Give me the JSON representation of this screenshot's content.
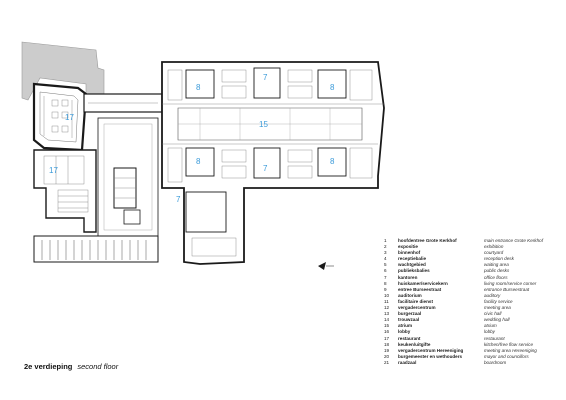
{
  "floor": {
    "title_nl": "2e verdieping",
    "title_en": "second floor"
  },
  "room_labels": [
    "8",
    "7",
    "8",
    "15",
    "17",
    "17",
    "8",
    "7",
    "8",
    "7"
  ],
  "legend": [
    {
      "num": "1",
      "nl": "hoofdentree Grote Kerkhof",
      "en": "main entrance Grote Kerkhof"
    },
    {
      "num": "2",
      "nl": "expositie",
      "en": "exhibition"
    },
    {
      "num": "3",
      "nl": "binnenhof",
      "en": "courtyard"
    },
    {
      "num": "4",
      "nl": "receptiebalie",
      "en": "reception desk"
    },
    {
      "num": "5",
      "nl": "wachtgebied",
      "en": "waiting area"
    },
    {
      "num": "6",
      "nl": "publieksbalies",
      "en": "public desks"
    },
    {
      "num": "7",
      "nl": "kantoren",
      "en": "office floors"
    },
    {
      "num": "8",
      "nl": "huiskamer/servicekern",
      "en": "living room/service corner"
    },
    {
      "num": "9",
      "nl": "entree Burseestraat",
      "en": "entrance Burseestraat"
    },
    {
      "num": "10",
      "nl": "auditorium",
      "en": "auditory"
    },
    {
      "num": "11",
      "nl": "facilitaire dienst",
      "en": "facility service"
    },
    {
      "num": "12",
      "nl": "vergadercentrum",
      "en": "meeting area"
    },
    {
      "num": "13",
      "nl": "burgerzaal",
      "en": "civic hall"
    },
    {
      "num": "14",
      "nl": "trouwzaal",
      "en": "wedding hall"
    },
    {
      "num": "15",
      "nl": "atrium",
      "en": "atrium"
    },
    {
      "num": "16",
      "nl": "lobby",
      "en": "lobby"
    },
    {
      "num": "17",
      "nl": "restaurant",
      "en": "restaurant"
    },
    {
      "num": "18",
      "nl": "keuken/uitgifte",
      "en": "kitchen/free flow service"
    },
    {
      "num": "19",
      "nl": "vergadercentrum Hereeniging",
      "en": "meeting area Hereeniging"
    },
    {
      "num": "20",
      "nl": "burgemeester en wethouders",
      "en": "mayor and councillors"
    },
    {
      "num": "21",
      "nl": "raadzaal",
      "en": "boardroom"
    }
  ],
  "colors": {
    "line": "#1a1a1a",
    "fine_line": "#777777",
    "room_number": "#3a9ad9",
    "roof": "#cccccc"
  }
}
